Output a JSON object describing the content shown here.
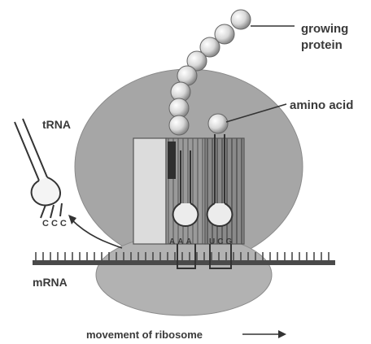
{
  "labels": {
    "growing_protein_line1": "growing",
    "growing_protein_line2": "protein",
    "amino_acid": "amino acid",
    "trna": "tRNA",
    "mrna": "mRNA",
    "movement": "movement of ribosome"
  },
  "codons": {
    "exiting_trna_anticodon": "CCC",
    "left_anticodon": "AAA",
    "right_anticodon": "UCG"
  },
  "colors": {
    "ribosome_large": "#a8a8a8",
    "ribosome_small": "#b4b4b4",
    "bead_fill": "#e2e2e2",
    "line": "#3a3a3a"
  }
}
